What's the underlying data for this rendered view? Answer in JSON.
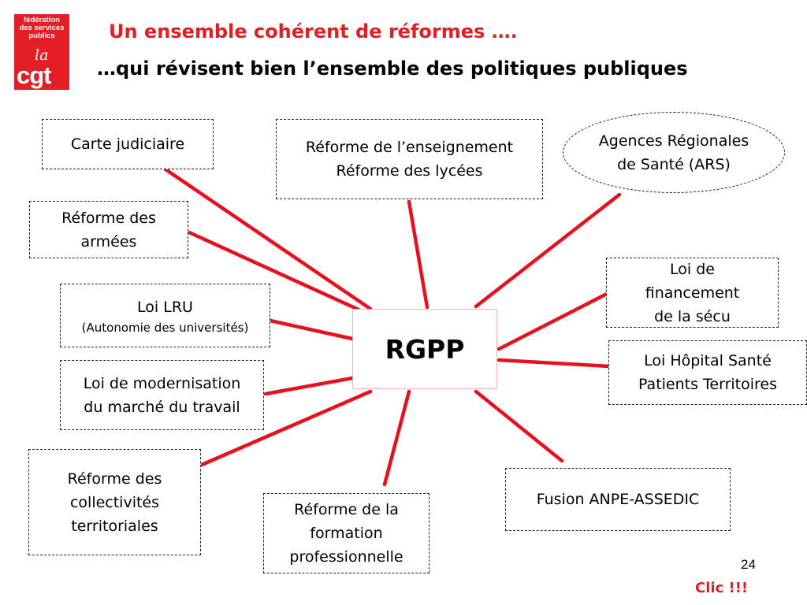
{
  "logo": {
    "line1": "fédération",
    "line2": "des services",
    "line3": "publics",
    "script": "la",
    "brand": "cgt"
  },
  "header": {
    "title": "Un ensemble cohérent de réformes ….",
    "subtitle": "…qui révisent bien l’ensemble des politiques publiques"
  },
  "center": {
    "label": "RGPP"
  },
  "nodes": {
    "carte_judiciaire": [
      "Carte judiciaire"
    ],
    "reforme_armees": [
      "Réforme des",
      "armées"
    ],
    "loi_lru": [
      "Loi LRU",
      "(Autonomie des universités)"
    ],
    "loi_modernisation": [
      "Loi de modernisation",
      "du marché du travail"
    ],
    "reforme_collectivites": [
      "Réforme des",
      "collectivités",
      "territoriales"
    ],
    "reforme_formation": [
      "Réforme de la",
      "formation",
      "professionnelle"
    ],
    "fusion_anpe": [
      "Fusion ANPE-ASSEDIC"
    ],
    "loi_hopital": [
      "Loi Hôpital Santé",
      "Patients Territoires"
    ],
    "loi_financement": [
      "Loi de",
      "financement",
      "de la sécu"
    ],
    "agences_ars": [
      "Agences Régionales",
      "de Santé (ARS)"
    ],
    "reforme_enseignement": [
      "Réforme de l’enseignement",
      "Réforme des lycées"
    ]
  },
  "footer": {
    "page_number": "24",
    "clic": "Clic !!!"
  },
  "colors": {
    "accent": "#e31e24",
    "connector": "#e8101e"
  }
}
